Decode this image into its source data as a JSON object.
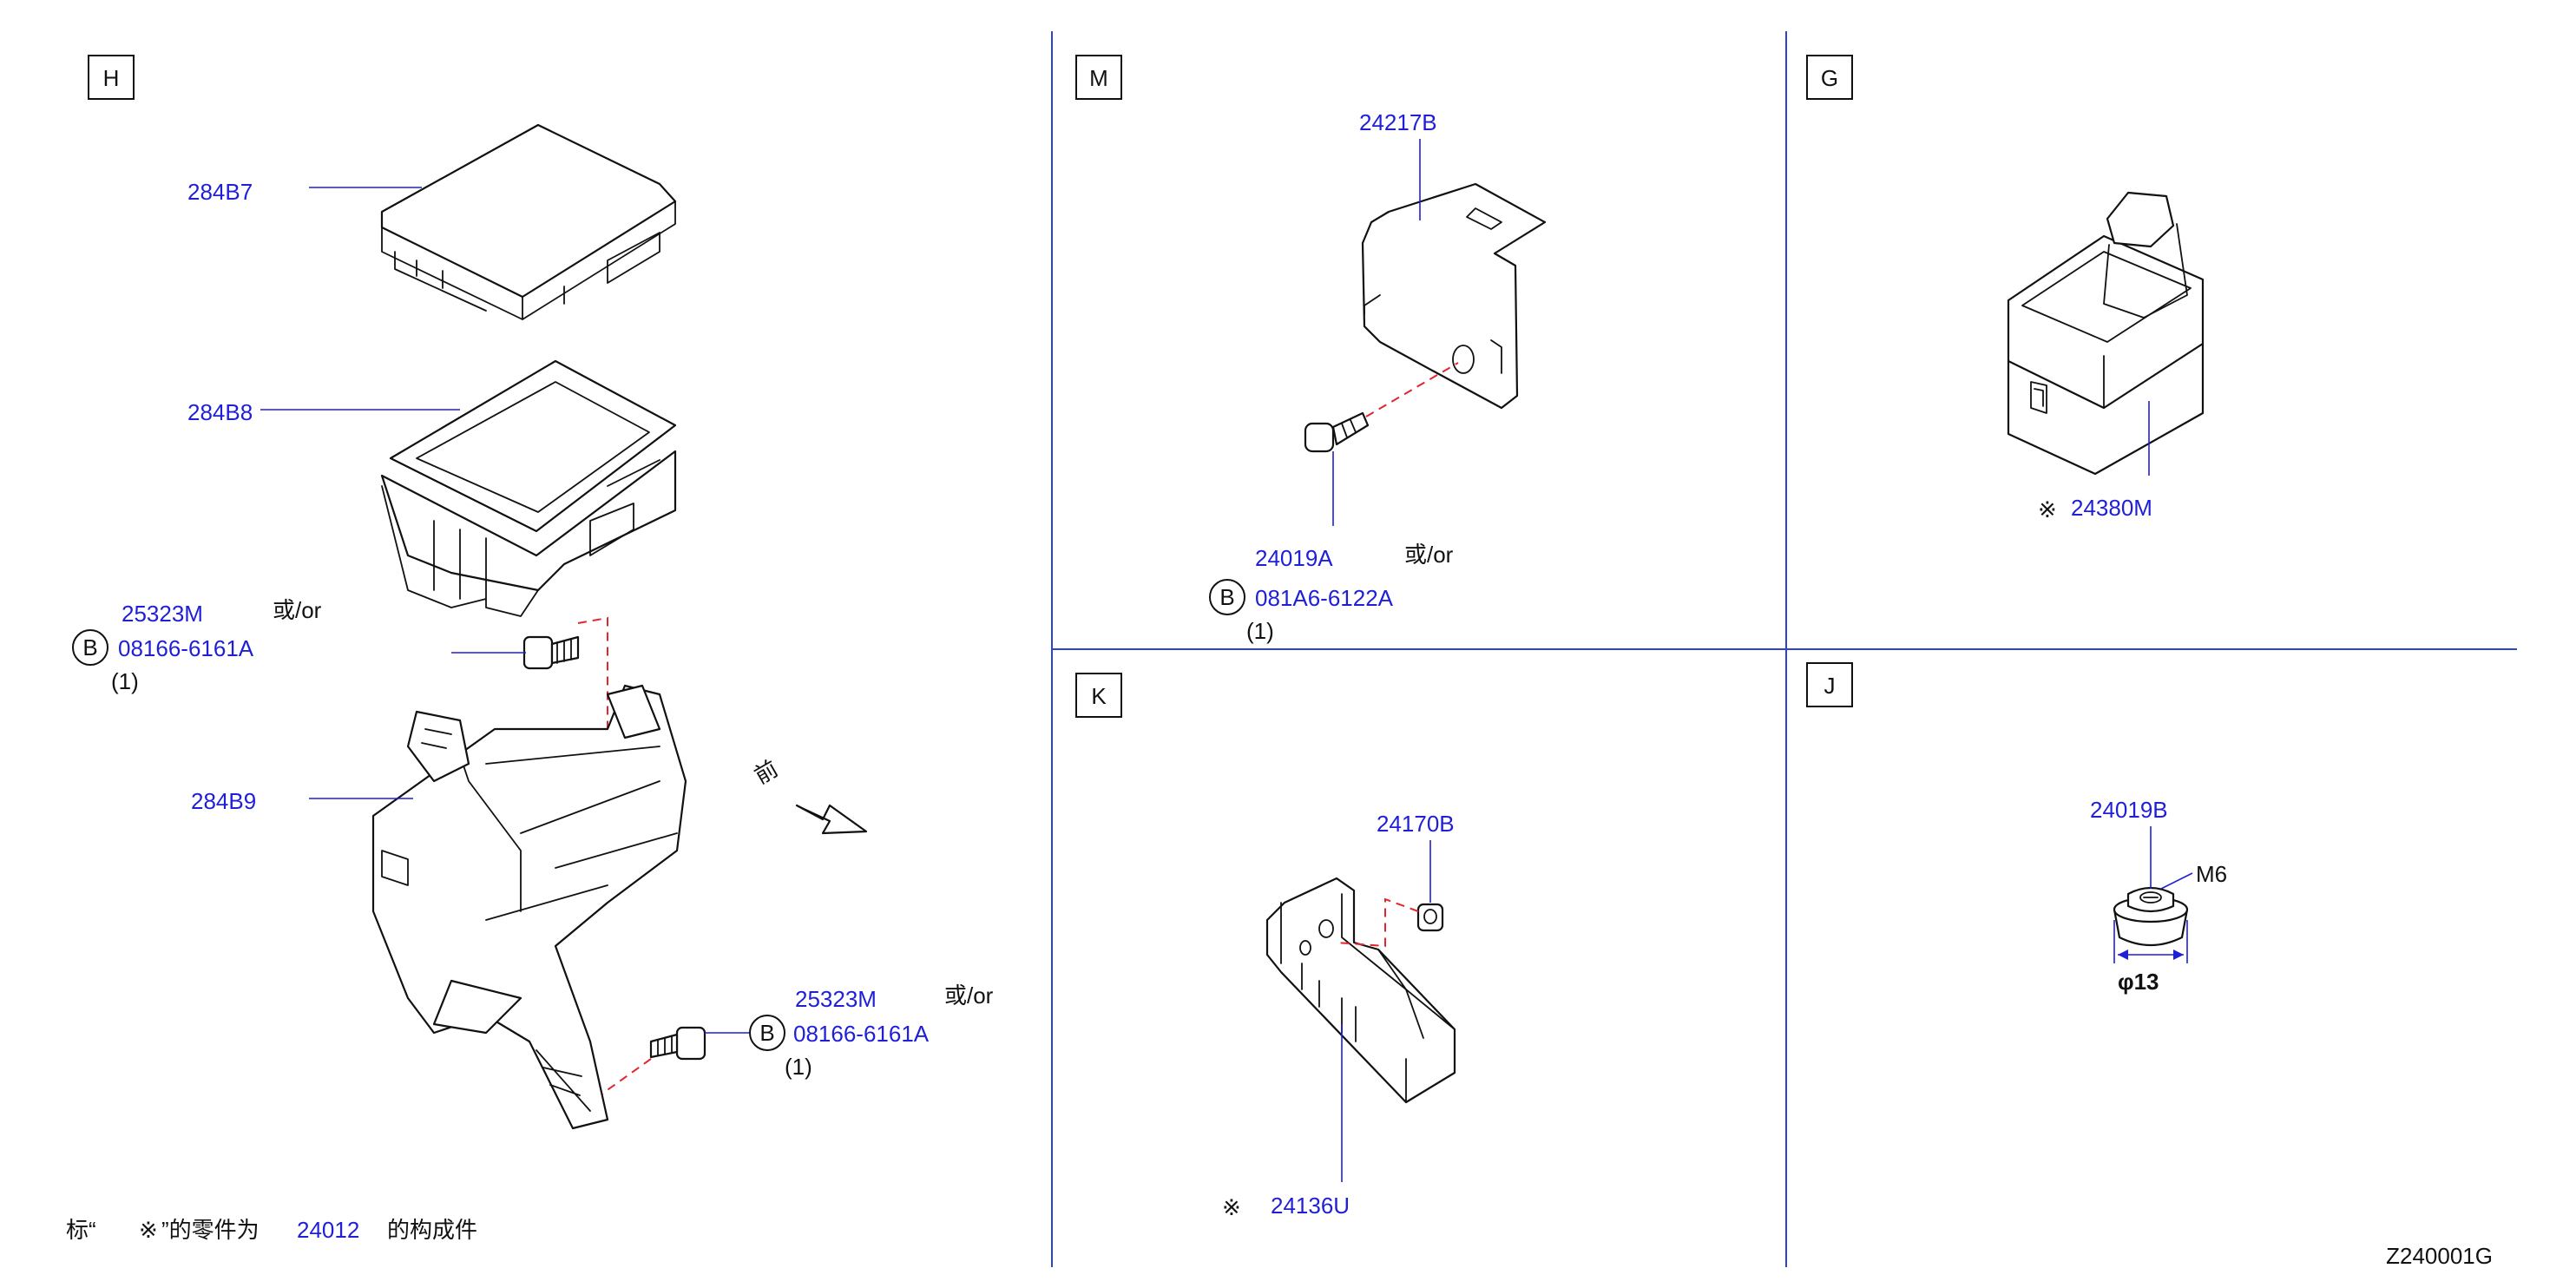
{
  "diagram_code": "Z240001G",
  "footnote": {
    "prefix": "标“",
    "mark": "※",
    "middle": "”的零件为",
    "part": "24012",
    "suffix": "的构成件"
  },
  "sections": {
    "H": {
      "label": "H",
      "parts": [
        "284B7",
        "284B8",
        "25323M",
        "08166-6161A",
        "284B9",
        "25323M",
        "08166-6161A"
      ],
      "or_text": "或/or",
      "bolt_marker": "B",
      "qty": "(1)",
      "front_text": "前"
    },
    "M": {
      "label": "M",
      "parts": [
        "24217B",
        "24019A",
        "081A6-6122A"
      ],
      "or_text": "或/or",
      "bolt_marker": "B",
      "qty": "(1)"
    },
    "G": {
      "label": "G",
      "mark": "※",
      "parts": [
        "24380M"
      ]
    },
    "K": {
      "label": "K",
      "mark": "※",
      "parts": [
        "24170B",
        "24136U"
      ]
    },
    "J": {
      "label": "J",
      "parts": [
        "24019B"
      ],
      "thread": "M6",
      "diameter": "φ13"
    }
  }
}
